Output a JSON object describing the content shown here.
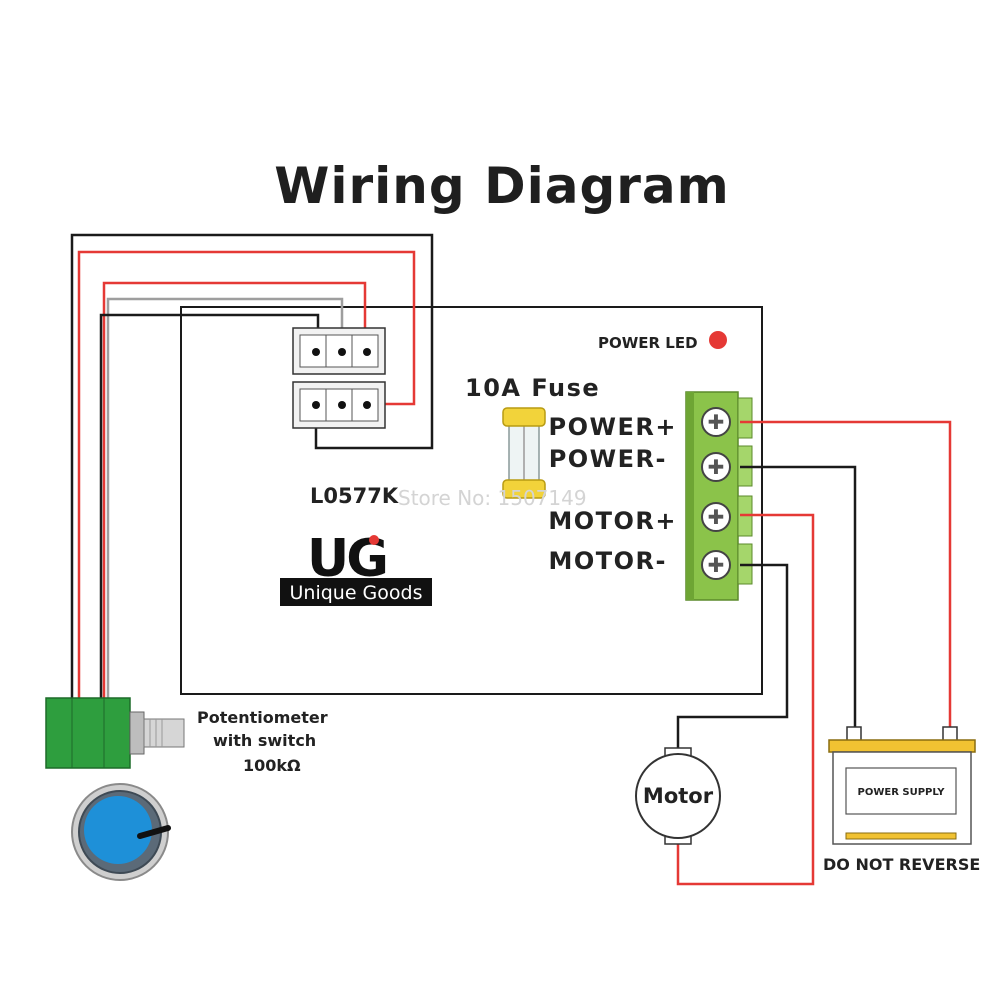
{
  "title": "Wiring Diagram",
  "power_led": {
    "label": "POWER  LED",
    "color": "#e53935"
  },
  "fuse": {
    "label": "10A Fuse"
  },
  "terminals": [
    {
      "label": "POWER+"
    },
    {
      "label": "POWER-"
    },
    {
      "label": "MOTOR+"
    },
    {
      "label": "MOTOR-"
    }
  ],
  "model": "L0577K",
  "brand": {
    "logo_text": "UG",
    "tagline": "Unique Goods"
  },
  "watermark": "Store No: 1507149",
  "potentiometer": {
    "line1": "Potentiometer",
    "line2": "with switch",
    "line3": "100kΩ"
  },
  "motor": {
    "label": "Motor"
  },
  "power_supply": {
    "label": "POWER SUPPLY",
    "warning": "DO NOT REVERSE"
  },
  "colors": {
    "wire_red": "#e53935",
    "wire_black": "#1a1a1a",
    "wire_gray": "#9e9e9e",
    "terminal_block": "#8bc34a",
    "potentiometer_body": "#2e9e3e",
    "knob_blue": "#1e90d8",
    "fuse_cap": "#f2d33a"
  }
}
